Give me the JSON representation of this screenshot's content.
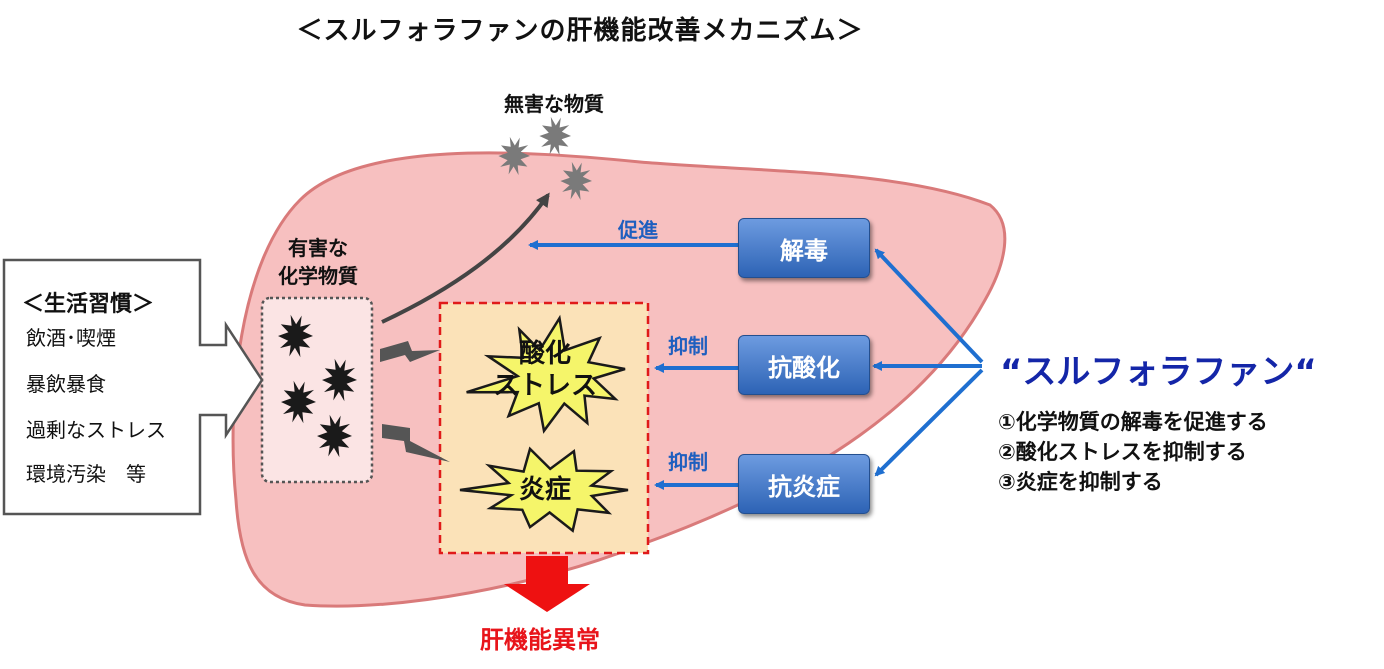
{
  "title": "＜スルフォラファンの肝機能改善メカニズム＞",
  "harmless_label": "無害な物質",
  "harmful_label": [
    "有害な",
    "化学物質"
  ],
  "lifestyle": {
    "title": "＜生活習慣＞",
    "items": [
      "飲酒･喫煙",
      "暴飲暴食",
      "過剰なストレス",
      "環境汚染　等"
    ]
  },
  "bursts": {
    "oxidative": [
      "酸化",
      "ストレス"
    ],
    "inflammation": [
      "炎症"
    ]
  },
  "effects": [
    {
      "label": "解毒",
      "action": "促進"
    },
    {
      "label": "抗酸化",
      "action": "抑制"
    },
    {
      "label": "抗炎症",
      "action": "抑制"
    }
  ],
  "sulforaphane": "“スルフォラファン“",
  "benefits": [
    "①化学物質の解毒を促進する",
    "②酸化ストレスを抑制する",
    "③炎症を抑制する"
  ],
  "outcome": "肝機能異常",
  "colors": {
    "liver_fill": "#f7c0c0",
    "liver_stroke": "#d97a7a",
    "effect_blue": "#2d63b5",
    "arrow_blue": "#1f6fd0",
    "sulforaphane_text": "#1426a8",
    "outcome_red": "#e8141a",
    "burst_fill": "#f5f56a",
    "zone_fill": "#fbe2b8"
  },
  "icons": [
    "harmful-particle-icon",
    "harmless-particle-icon",
    "lightning-icon",
    "burst-icon",
    "arrow-icon"
  ]
}
